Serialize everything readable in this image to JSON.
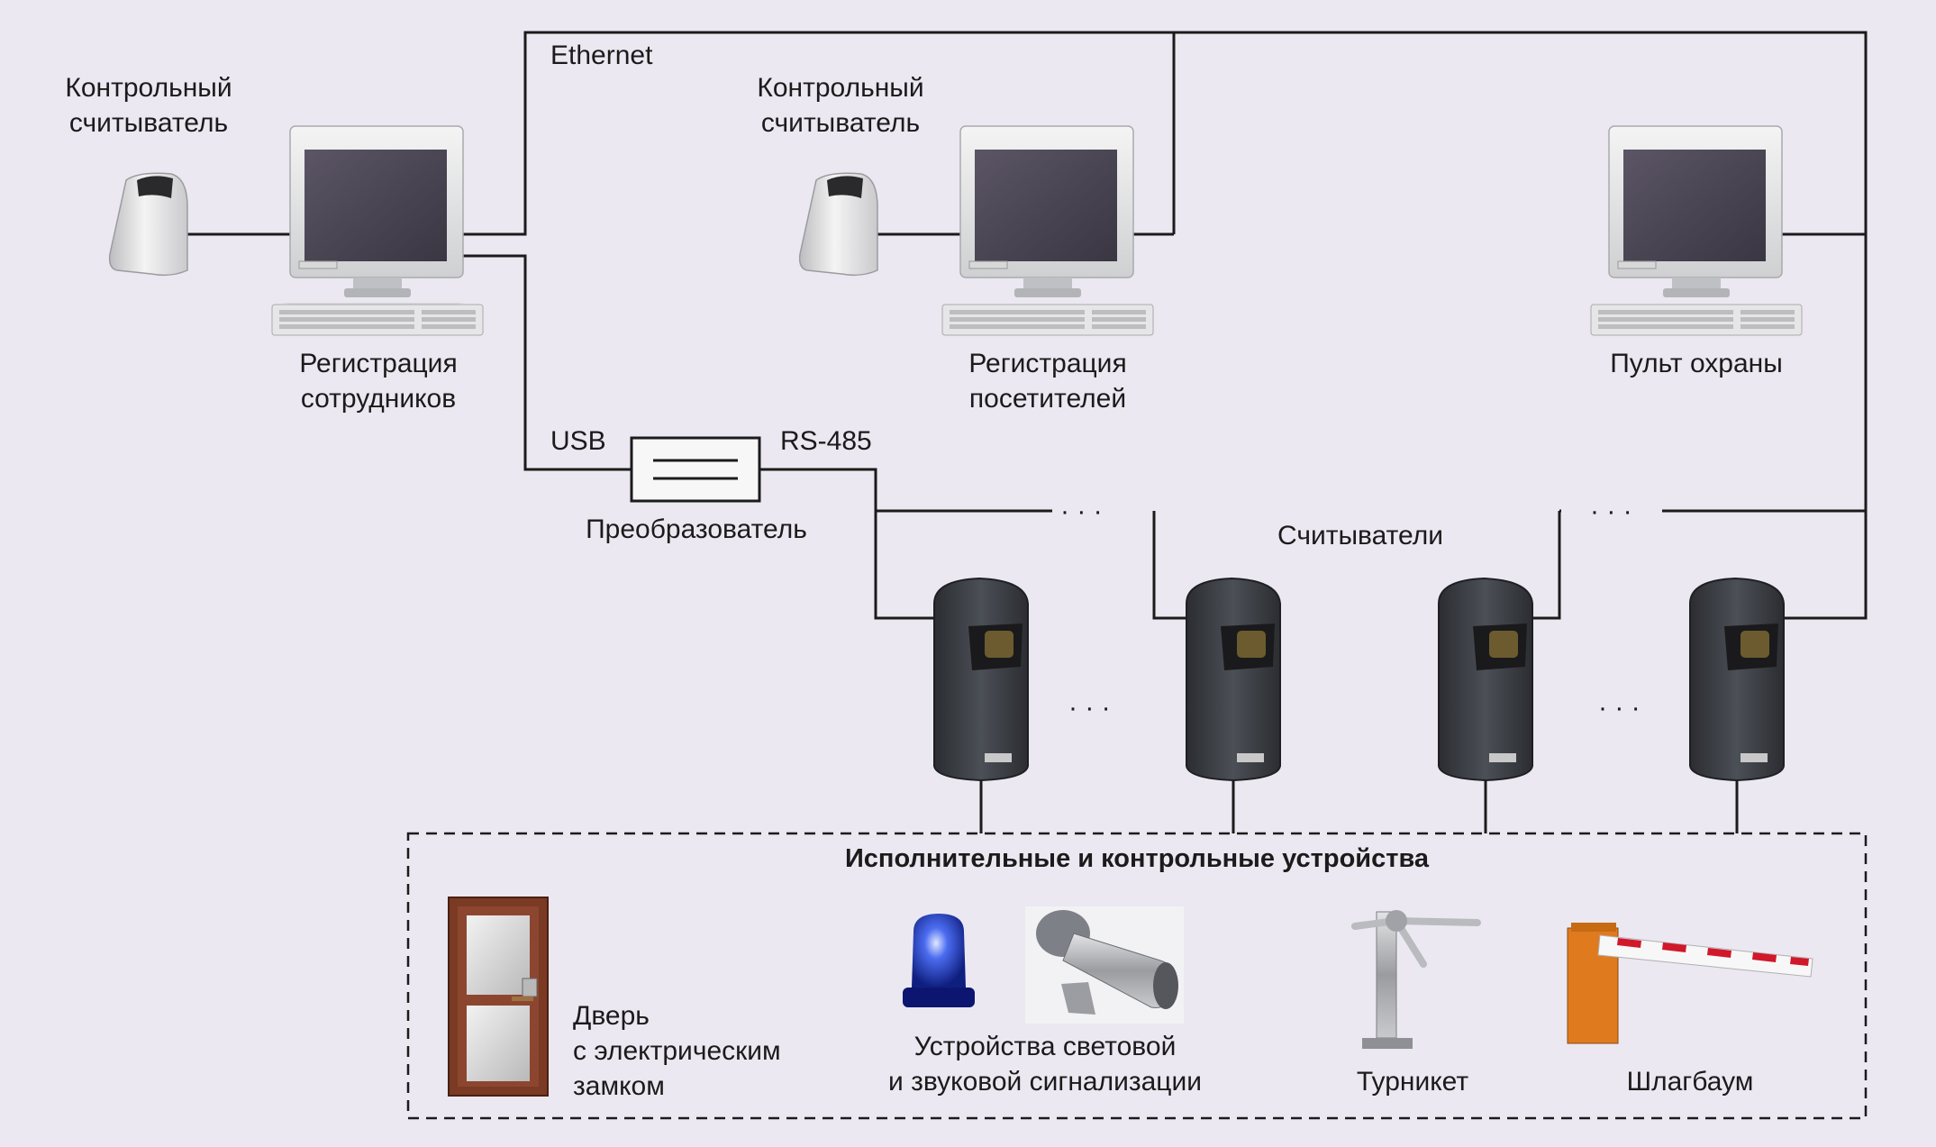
{
  "labels": {
    "ethernet": "Ethernet",
    "usb": "USB",
    "rs485": "RS-485",
    "converter": "Преобразователь",
    "readers": "Считыватели",
    "control_reader_1": [
      "Контрольный",
      "считыватель"
    ],
    "control_reader_2": [
      "Контрольный",
      "считыватель"
    ],
    "staff_registration": [
      "Регистрация",
      "сотрудников"
    ],
    "visitor_registration": [
      "Регистрация",
      "посетителей"
    ],
    "security_console": "Пульт охраны",
    "devices_title": "Исполнительные и контрольные устройства",
    "door": [
      "Дверь",
      "с электрическим",
      "замком"
    ],
    "signal_devices": [
      "Устройства световой",
      "и звуковой сигнализации"
    ],
    "turnstile": "Турникет",
    "barrier": "Шлагбаум",
    "ellipsis": "· · ·"
  },
  "colors": {
    "background": "#ebe8f1",
    "wire": "#1b1b1b",
    "reader_body": "#3c3f45",
    "monitor_screen": "#4a4552",
    "door_wood": "#7a3a24",
    "barrier_orange": "#e07a1f",
    "barrier_red": "#d0182a",
    "beacon_blue": "#1e3ec8"
  },
  "icons": [
    "fingerprint-reader-icon",
    "computer-icon",
    "converter-icon",
    "door-icon",
    "beacon-icon",
    "siren-icon",
    "turnstile-icon",
    "barrier-icon"
  ]
}
